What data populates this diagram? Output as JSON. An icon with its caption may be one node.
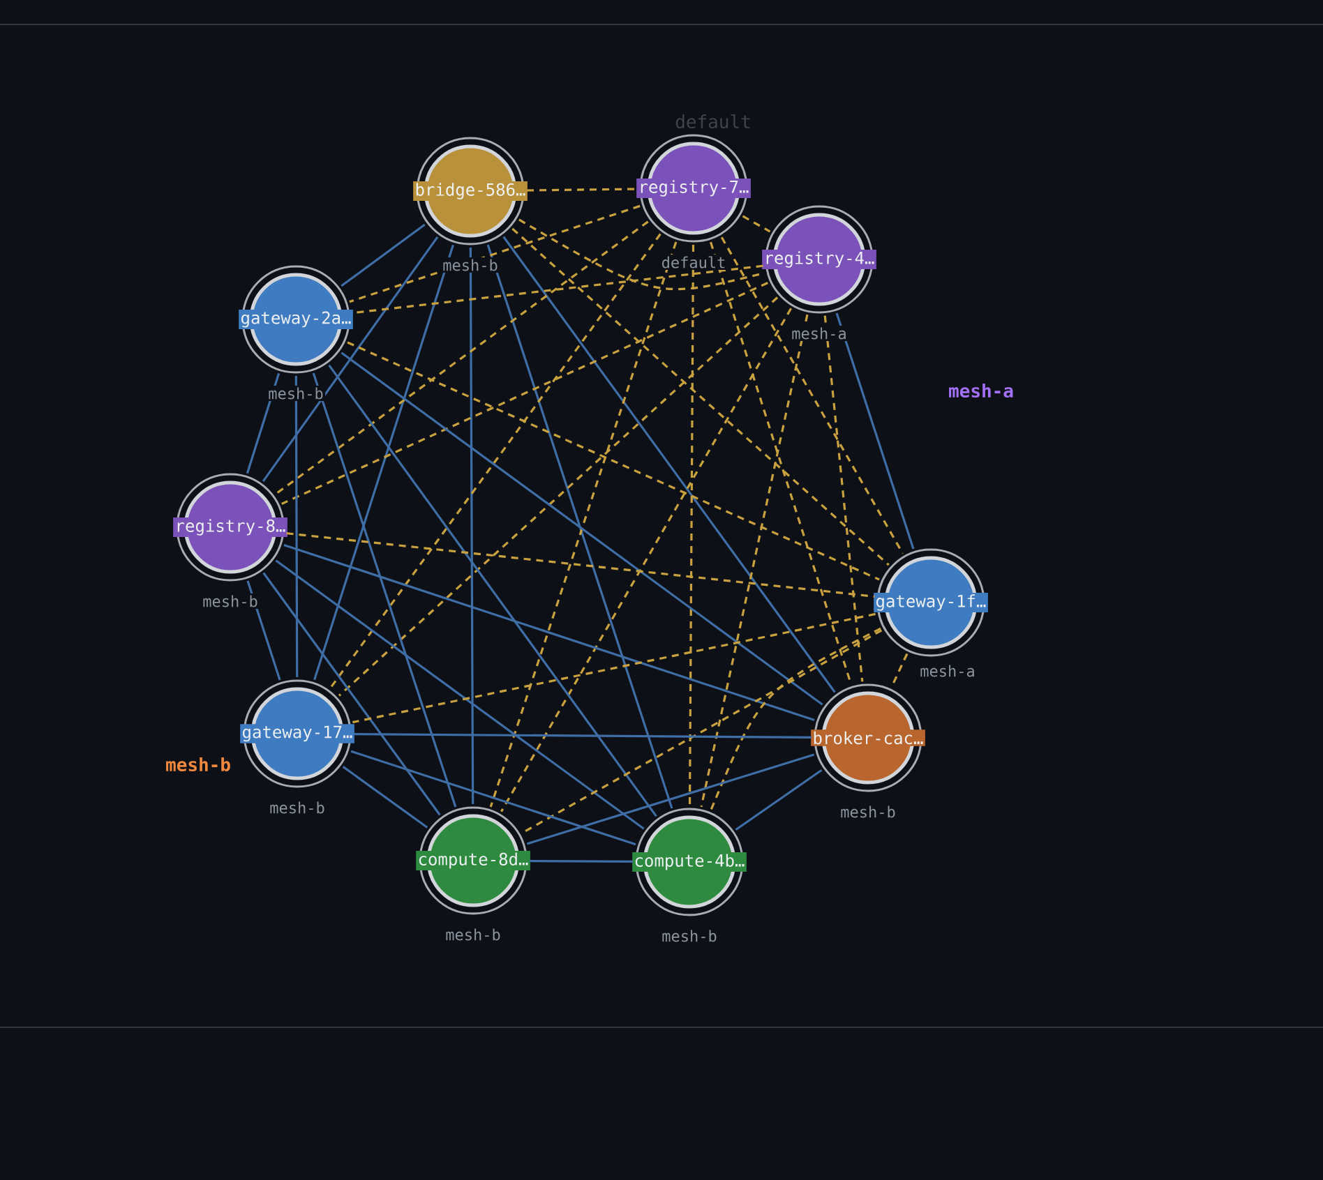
{
  "diagram": {
    "nodes": [
      {
        "text": [
          "bridge-586…"
        ],
        "beside": [
          "mesh-b"
        ]
      },
      {
        "text": [
          "registry-7…"
        ],
        "beside": [
          "default"
        ]
      },
      {
        "text": [
          "registry-4…"
        ],
        "beside": [
          "mesh-a"
        ]
      },
      {
        "text": [
          "gateway-2a…"
        ],
        "beside": [
          "mesh-b"
        ]
      },
      {
        "text": [
          "registry-8…"
        ],
        "beside": [
          "mesh-b"
        ]
      },
      {
        "text": [
          "gateway-1f…"
        ],
        "beside": [
          "mesh-a"
        ]
      },
      {
        "text": [
          "gateway-17…"
        ],
        "beside": [
          "mesh-b"
        ]
      },
      {
        "text": [
          "broker-cac…"
        ],
        "beside": [
          "mesh-b"
        ]
      },
      {
        "text": [
          "compute-8d…"
        ],
        "beside": [
          "mesh-b"
        ]
      },
      {
        "text": [
          "compute-4b…"
        ],
        "beside": [
          "mesh-b"
        ]
      }
    ],
    "edges": [
      {
        "from": 0,
        "to": 1,
        "arrow": "none",
        "style": "dashed"
      },
      {
        "from": 0,
        "to": 2,
        "arrow": "none",
        "style": "dashed"
      },
      {
        "from": 0,
        "to": 3,
        "arrow": "none",
        "color": "#3f6ea6"
      },
      {
        "from": 0,
        "to": 4,
        "arrow": "none",
        "color": "#3f6ea6"
      },
      {
        "from": 0,
        "to": 5,
        "arrow": "none",
        "style": "dashed"
      },
      {
        "from": 0,
        "to": 6,
        "arrow": "none",
        "color": "#3f6ea6"
      },
      {
        "from": 0,
        "to": 7,
        "arrow": "none",
        "color": "#3f6ea6"
      },
      {
        "from": 0,
        "to": 8,
        "arrow": "none",
        "color": "#3f6ea6"
      },
      {
        "from": 0,
        "to": 9,
        "arrow": "none",
        "color": "#3f6ea6"
      },
      {
        "from": 1,
        "to": 2,
        "arrow": "none",
        "style": "dashed"
      },
      {
        "from": 1,
        "to": 3,
        "arrow": "none",
        "style": "dashed"
      },
      {
        "from": 1,
        "to": 4,
        "arrow": "none",
        "style": "dashed"
      },
      {
        "from": 1,
        "to": 5,
        "arrow": "none",
        "style": "dashed"
      },
      {
        "from": 1,
        "to": 6,
        "arrow": "none",
        "style": "dashed"
      },
      {
        "from": 1,
        "to": 7,
        "arrow": "none",
        "style": "dashed"
      },
      {
        "from": 1,
        "to": 8,
        "arrow": "none",
        "style": "dashed"
      },
      {
        "from": 1,
        "to": 9,
        "arrow": "none",
        "style": "dashed"
      },
      {
        "from": 2,
        "to": 3,
        "arrow": "none",
        "style": "dashed"
      },
      {
        "from": 2,
        "to": 4,
        "arrow": "none",
        "style": "dashed"
      },
      {
        "from": 2,
        "to": 5,
        "arrow": "none",
        "color": "#3f6ea6"
      },
      {
        "from": 2,
        "to": 6,
        "arrow": "none",
        "style": "dashed"
      },
      {
        "from": 2,
        "to": 7,
        "arrow": "none",
        "style": "dashed"
      },
      {
        "from": 2,
        "to": 8,
        "arrow": "none",
        "style": "dashed"
      },
      {
        "from": 2,
        "to": 9,
        "arrow": "none",
        "style": "dashed"
      },
      {
        "from": 3,
        "to": 4,
        "arrow": "none",
        "color": "#3f6ea6"
      },
      {
        "from": 3,
        "to": 5,
        "arrow": "none",
        "style": "dashed"
      },
      {
        "from": 3,
        "to": 6,
        "arrow": "none",
        "color": "#3f6ea6"
      },
      {
        "from": 3,
        "to": 7,
        "arrow": "none",
        "color": "#3f6ea6"
      },
      {
        "from": 3,
        "to": 8,
        "arrow": "none",
        "color": "#3f6ea6"
      },
      {
        "from": 3,
        "to": 9,
        "arrow": "none",
        "color": "#3f6ea6"
      },
      {
        "from": 4,
        "to": 5,
        "arrow": "none",
        "style": "dashed"
      },
      {
        "from": 4,
        "to": 6,
        "arrow": "none",
        "color": "#3f6ea6"
      },
      {
        "from": 4,
        "to": 7,
        "arrow": "none",
        "color": "#3f6ea6"
      },
      {
        "from": 4,
        "to": 8,
        "arrow": "none",
        "color": "#3f6ea6"
      },
      {
        "from": 4,
        "to": 9,
        "arrow": "none",
        "color": "#3f6ea6"
      },
      {
        "from": 5,
        "to": 6,
        "arrow": "none",
        "style": "dashed"
      },
      {
        "from": 5,
        "to": 7,
        "arrow": "none",
        "style": "dashed"
      },
      {
        "from": 5,
        "to": 8,
        "arrow": "none",
        "style": "dashed"
      },
      {
        "from": 5,
        "to": 9,
        "arrow": "none",
        "style": "dashed"
      },
      {
        "from": 6,
        "to": 7,
        "arrow": "none",
        "color": "#3f6ea6"
      },
      {
        "from": 6,
        "to": 8,
        "arrow": "none",
        "color": "#3f6ea6"
      },
      {
        "from": 6,
        "to": 9,
        "arrow": "none",
        "color": "#3f6ea6"
      },
      {
        "from": 7,
        "to": 8,
        "arrow": "none",
        "color": "#3f6ea6"
      },
      {
        "from": 7,
        "to": 9,
        "arrow": "none",
        "color": "#3f6ea6"
      },
      {
        "from": 8,
        "to": 9,
        "arrow": "none",
        "color": "#3f6ea6"
      }
    ],
    "labels": [
      "default",
      "mesh-a",
      "mesh-b"
    ]
  }
}
